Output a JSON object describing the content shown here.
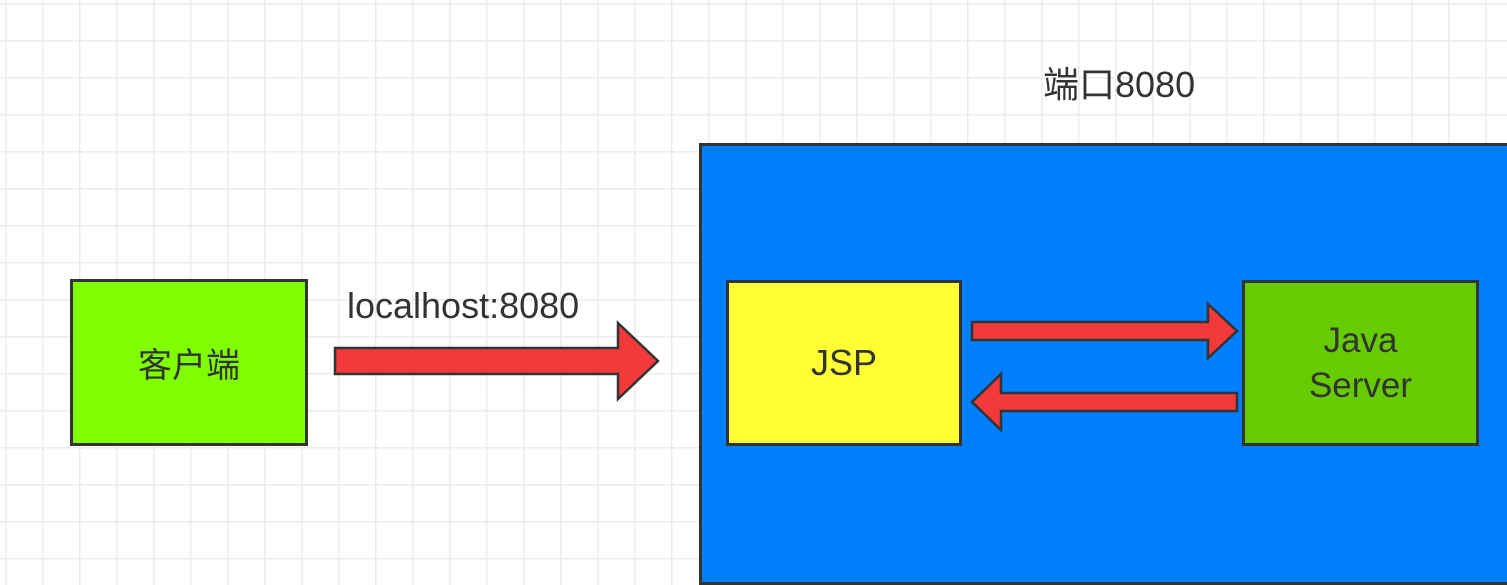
{
  "port_label": "端口8080",
  "url_label": "localhost:8080",
  "nodes": {
    "client": "客户端",
    "jsp": "JSP",
    "java_server_line1": "Java",
    "java_server_line2": "Server"
  },
  "colors": {
    "client_fill": "#7fff00",
    "container_fill": "#007fff",
    "jsp_fill": "#ffff33",
    "java_server_fill": "#66cc00",
    "arrow_fill": "#f23a3a",
    "outline": "#333333"
  },
  "edges": [
    {
      "from": "client",
      "to": "container",
      "label": "localhost:8080"
    },
    {
      "from": "jsp",
      "to": "java_server"
    },
    {
      "from": "java_server",
      "to": "jsp"
    }
  ]
}
